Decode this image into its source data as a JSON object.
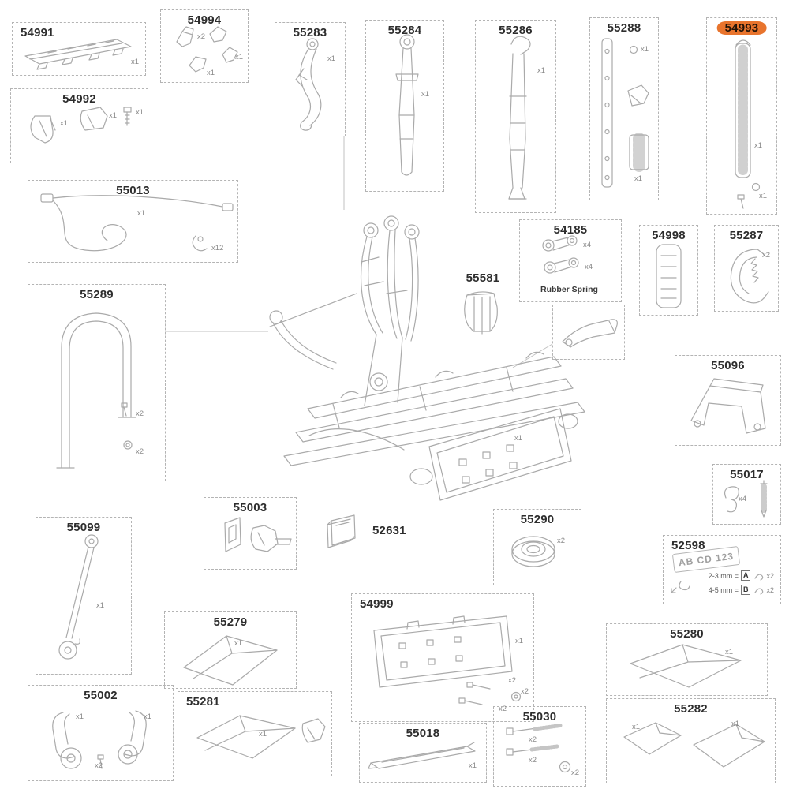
{
  "highlight_color": "#e8742d",
  "center": {
    "qty": "x1"
  },
  "parts": [
    {
      "number": "54991",
      "quantities": [
        "x1"
      ]
    },
    {
      "number": "54994",
      "quantities": [
        "x2",
        "x1",
        "x1"
      ]
    },
    {
      "number": "55283",
      "quantities": [
        "x1"
      ]
    },
    {
      "number": "55284",
      "quantities": [
        "x1"
      ]
    },
    {
      "number": "55286",
      "quantities": [
        "x1"
      ]
    },
    {
      "number": "55288",
      "quantities": [
        "x1",
        "x1"
      ]
    },
    {
      "number": "54993",
      "quantities": [
        "x1",
        "x1"
      ],
      "highlighted": true
    },
    {
      "number": "54992",
      "quantities": [
        "x1",
        "x1",
        "x1"
      ]
    },
    {
      "number": "55013",
      "quantities": [
        "x1",
        "x12"
      ]
    },
    {
      "number": "54185",
      "quantities": [
        "x4",
        "x4"
      ],
      "note": "Rubber Spring"
    },
    {
      "number": "54998",
      "quantities": []
    },
    {
      "number": "55287",
      "quantities": [
        "x2"
      ]
    },
    {
      "number": "55289",
      "quantities": [
        "x2",
        "x2"
      ]
    },
    {
      "number": "55581",
      "quantities": []
    },
    {
      "number": "55096",
      "quantities": []
    },
    {
      "number": "55017",
      "quantities": [
        "x4"
      ]
    },
    {
      "number": "55003",
      "quantities": []
    },
    {
      "number": "52631",
      "quantities": []
    },
    {
      "number": "55290",
      "quantities": [
        "x2"
      ]
    },
    {
      "number": "52598",
      "plate_text": "AB CD 123",
      "rows": [
        {
          "size": "2-3 mm =",
          "letter": "A",
          "qty": "x2"
        },
        {
          "size": "4-5 mm =",
          "letter": "B",
          "qty": "x2"
        }
      ]
    },
    {
      "number": "55099",
      "quantities": [
        "x1"
      ]
    },
    {
      "number": "55279",
      "quantities": [
        "x1"
      ]
    },
    {
      "number": "54999",
      "quantities": [
        "x1",
        "x2",
        "x2",
        "x2"
      ]
    },
    {
      "number": "55281",
      "quantities": [
        "x1"
      ]
    },
    {
      "number": "55002",
      "quantities": [
        "x1",
        "x1",
        "x2"
      ]
    },
    {
      "number": "55018",
      "quantities": [
        "x1"
      ]
    },
    {
      "number": "55030",
      "quantities": [
        "x2",
        "x2",
        "x2"
      ]
    },
    {
      "number": "55280",
      "quantities": [
        "x1"
      ]
    },
    {
      "number": "55282",
      "quantities": [
        "x1",
        "x1"
      ]
    }
  ]
}
